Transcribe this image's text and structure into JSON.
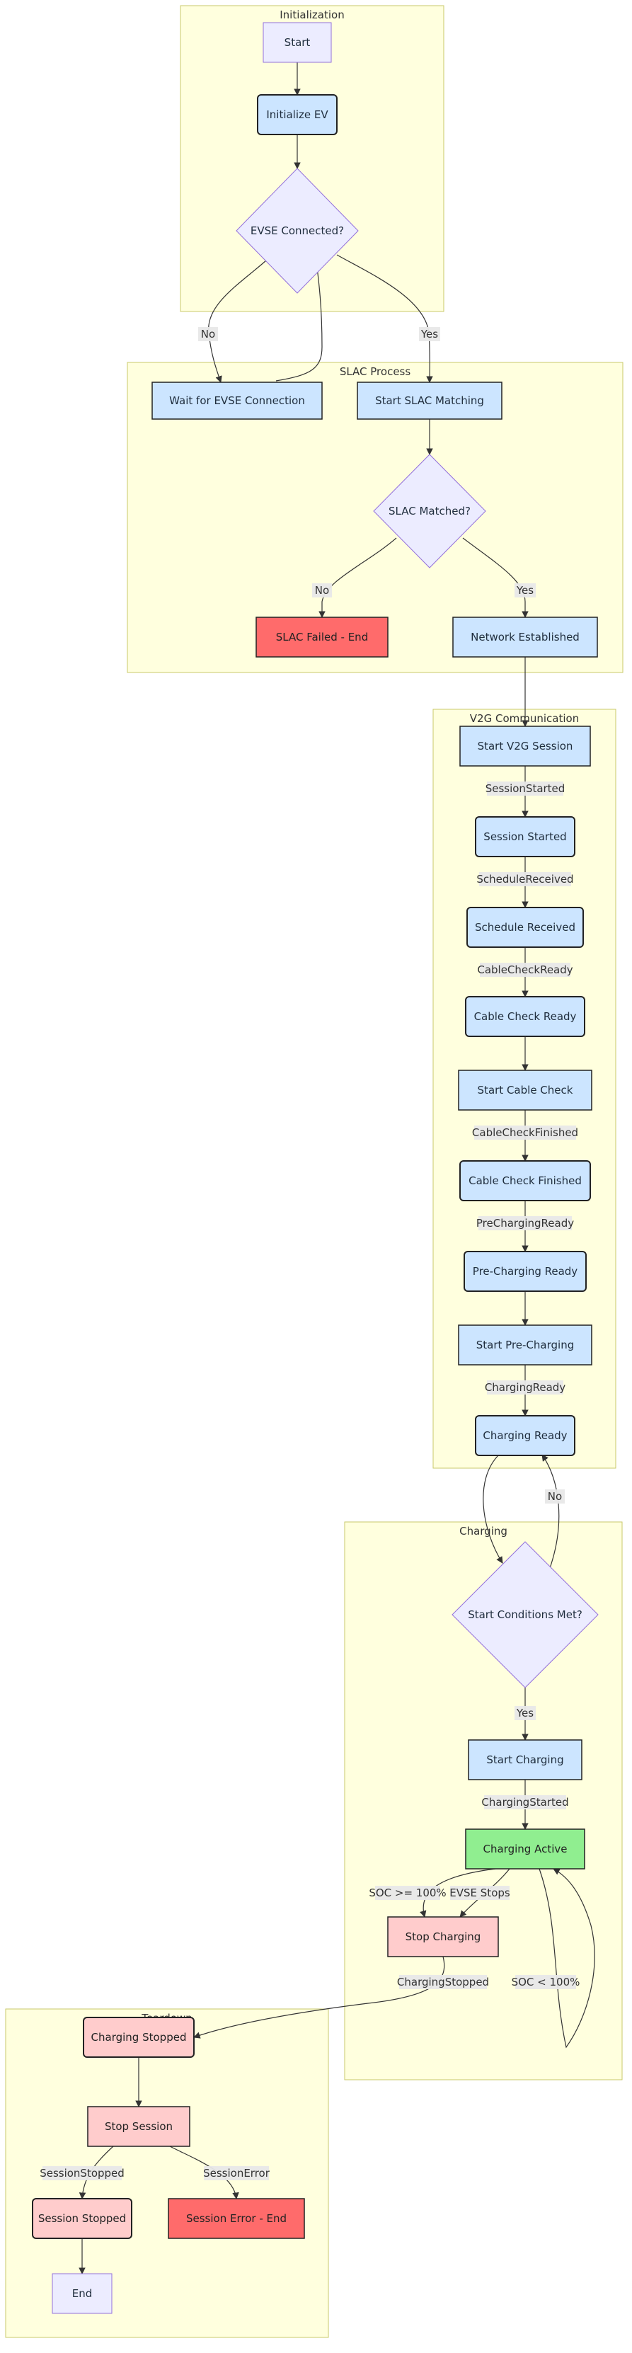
{
  "clusters": {
    "initialization": "Initialization",
    "slac": "SLAC Process",
    "v2g": "V2G Communication",
    "charging": "Charging",
    "teardown": "Teardown"
  },
  "nodes": {
    "start": "Start",
    "init_ev": "Initialize EV",
    "evse_connected": "EVSE Connected?",
    "wait_evse": "Wait for EVSE Connection",
    "start_slac": "Start SLAC Matching",
    "slac_matched": "SLAC Matched?",
    "slac_failed": "SLAC Failed - End",
    "network_established": "Network Established",
    "start_v2g": "Start V2G Session",
    "session_started": "Session Started",
    "schedule_received": "Schedule Received",
    "cable_check_ready": "Cable Check Ready",
    "start_cable_check": "Start Cable Check",
    "cable_check_finished": "Cable Check Finished",
    "precharging_ready": "Pre-Charging Ready",
    "start_precharging": "Start Pre-Charging",
    "charging_ready": "Charging Ready",
    "start_conditions": "Start Conditions Met?",
    "start_charging": "Start Charging",
    "charging_active": "Charging Active",
    "stop_charging": "Stop Charging",
    "charging_stopped": "Charging Stopped",
    "stop_session": "Stop Session",
    "session_stopped": "Session Stopped",
    "session_error": "Session Error - End",
    "end": "End"
  },
  "edge_labels": {
    "evse_no": "No",
    "evse_yes": "Yes",
    "slac_no": "No",
    "slac_yes": "Yes",
    "session_started": "SessionStarted",
    "schedule_received": "ScheduleReceived",
    "cable_check_ready": "CableCheckReady",
    "cable_check_finished": "CableCheckFinished",
    "precharging_ready": "PreChargingReady",
    "charging_ready": "ChargingReady",
    "conditions_no": "No",
    "conditions_yes": "Yes",
    "charging_started": "ChargingStarted",
    "soc_full": "SOC >= 100%",
    "evse_stops": "EVSE Stops",
    "soc_low": "SOC < 100%",
    "charging_stopped": "ChargingStopped",
    "session_stopped": "SessionStopped",
    "session_error": "SessionError"
  },
  "colors": {
    "cluster_fill": "#ffffde",
    "cluster_border": "#c9c96b",
    "start_end_fill": "#ececff",
    "process_fill": "#cce5ff",
    "error_fill": "#ff6b6b",
    "active_fill": "#90ee90",
    "stop_fill": "#ffcccc"
  }
}
